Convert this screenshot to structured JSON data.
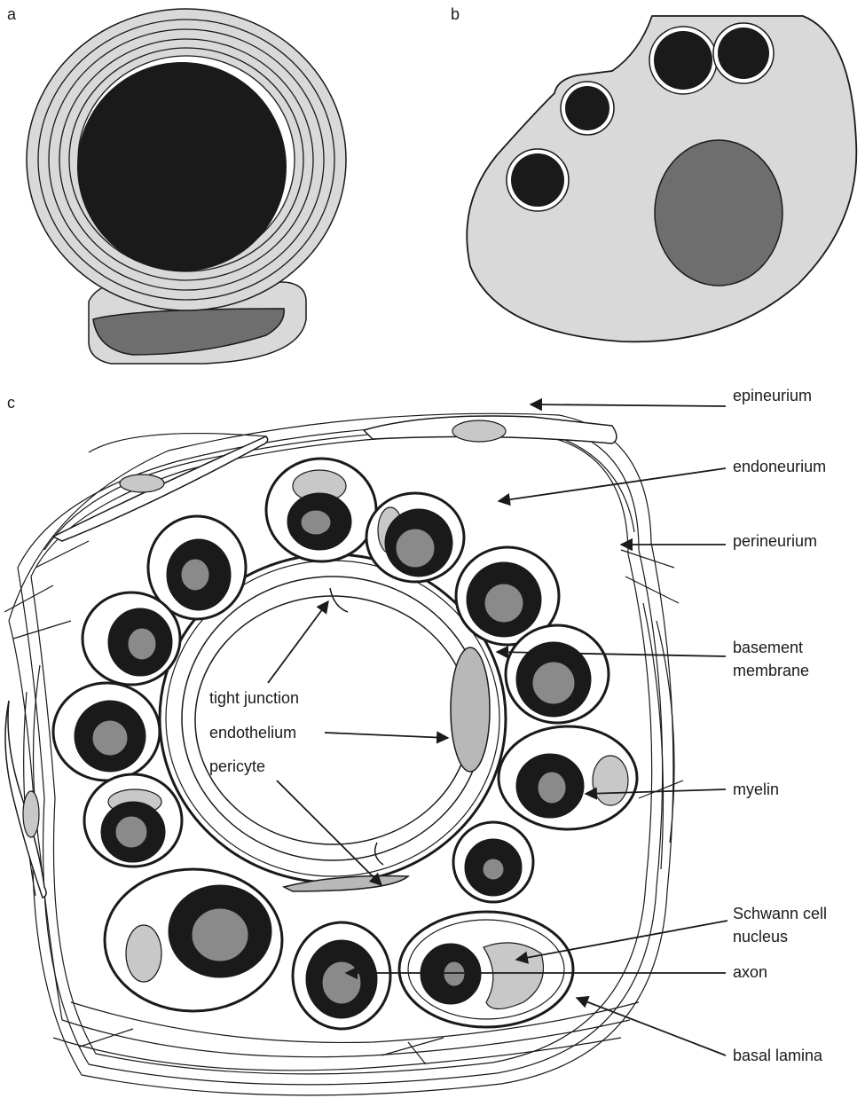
{
  "panels": {
    "a": "a",
    "b": "b",
    "c": "c"
  },
  "labels": {
    "epineurium": "epineurium",
    "endoneurium": "endoneurium",
    "perineurium": "perineurium",
    "basement_1": "basement",
    "basement_2": "membrane",
    "myelin": "myelin",
    "schwann_1": "Schwann cell",
    "schwann_2": "nucleus",
    "axon": "axon",
    "basal_lamina": "basal lamina",
    "tight_junction": "tight junction",
    "endothelium": "endothelium",
    "pericyte": "pericyte"
  },
  "colors": {
    "axon_black": "#1a1a1a",
    "cytoplasm_light": "#d9d9d9",
    "nucleus_dark": "#6e6e6e",
    "axon_grey": "#8a8a8a",
    "schwann_nucleus": "#c8c8c8",
    "line": "#1a1a1a"
  }
}
